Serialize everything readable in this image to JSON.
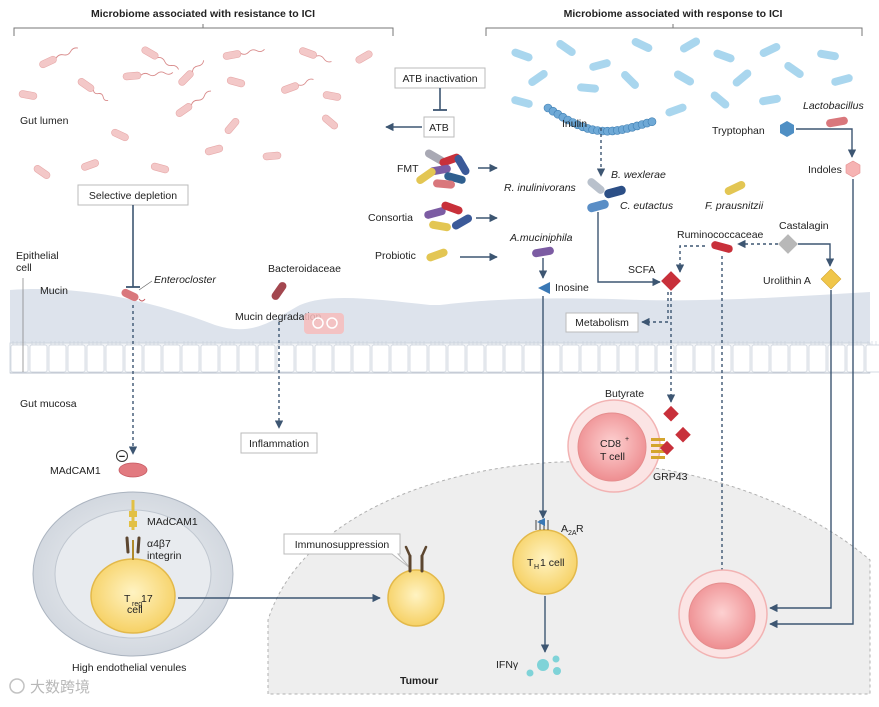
{
  "headers": {
    "left": "Microbiome associated with resistance to ICI",
    "right": "Microbiome associated with response to ICI"
  },
  "regions": {
    "gut_lumen": "Gut lumen",
    "epithelial_cell": "Epithelial\ncell",
    "mucin": "Mucin",
    "gut_mucosa": "Gut mucosa",
    "tumour": "Tumour",
    "hev": "High endothelial venules"
  },
  "boxes": {
    "selective_depletion": "Selective depletion",
    "atb_inactivation": "ATB inactivation",
    "atb": "ATB",
    "metabolism": "Metabolism",
    "inflammation": "Inflammation",
    "immunosuppression": "Immunosuppression"
  },
  "labels": {
    "enterocloster": "Enterocloster",
    "bacteroidaceae": "Bacteroidaceae",
    "mucin_degradation": "Mucin degradation",
    "madcam1_left": "MAdCAM1",
    "madcam1_cell": "MAdCAM1",
    "a4b7": "α4β7",
    "integrin": "integrin",
    "treg_cell": "cell",
    "fmt": "FMT",
    "consortia": "Consortia",
    "probiotic": "Probiotic",
    "inulin": "Inulin",
    "r_inulinivorans": "R. inulinivorans",
    "b_wexlerae": "B. wexlerae",
    "c_eutactus": "C. eutactus",
    "f_prausnitzii": "F. prausnitzii",
    "a_muciniphila": "A.muciniphila",
    "inosine": "Inosine",
    "scfa": "SCFA",
    "ruminococcaceae": "Ruminococcaceae",
    "castalagin": "Castalagin",
    "urolithin_a": "Urolithin A",
    "lactobacillus": "Lactobacillus",
    "tryptophan": "Tryptophan",
    "indoles": "Indoles",
    "butyrate": "Butyrate",
    "cd8_cell": "T cell",
    "grp43": "GRP43",
    "a2ar": "R",
    "th1_cell": "1 cell",
    "ifng": "IFNγ",
    "minus": "−"
  },
  "sub_sup": {
    "treg_T": "T",
    "treg_sub": "reg",
    "treg_17": "17",
    "cd8": "CD8",
    "cd8_sup": "+",
    "a2a_A": "A",
    "a2a_sub": "2A",
    "th1_T": "T",
    "th1_sub": "H"
  },
  "watermark": "大数跨境",
  "colors": {
    "bacteria_pink": "#d9777c",
    "bacteria_light_pink": "#f3c8c8",
    "bacteria_blue": "#9fd0ea",
    "diamond_red": "#c8303a",
    "diamond_yellow": "#f0c64a",
    "diamond_gray": "#b8b8b8",
    "arrow_blue": "#3d5672",
    "tcell_yellow": "#fbe088",
    "tcell_pink": "#f39c9e",
    "tumour_bg": "#eeeeee",
    "mucin_blue": "#dde3ec"
  }
}
